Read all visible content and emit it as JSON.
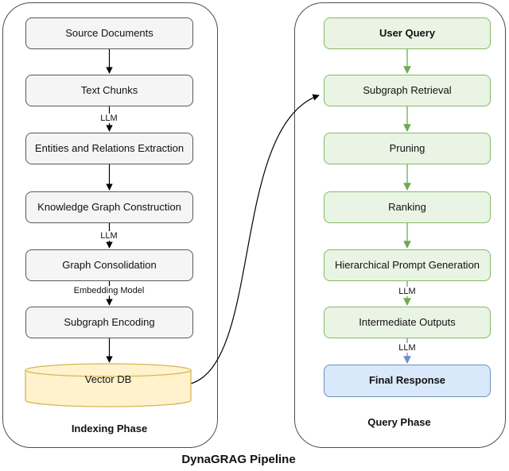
{
  "title": "DynaGRAG Pipeline",
  "indexing": {
    "phase_label": "Indexing Phase",
    "steps": [
      {
        "label": "Source Documents"
      },
      {
        "label": "Text Chunks"
      },
      {
        "label": "Entities and Relations Extraction"
      },
      {
        "label": "Knowledge Graph Construction"
      },
      {
        "label": "Graph Consolidation"
      },
      {
        "label": "Subgraph Encoding"
      }
    ],
    "store": {
      "label": "Vector DB"
    },
    "edge_labels": {
      "chunks_to_entities": "LLM",
      "kg_construction_to_consolidation": "LLM",
      "consolidation_to_encoding": "Embedding Model"
    }
  },
  "query": {
    "phase_label": "Query Phase",
    "steps": [
      {
        "label": "User Query"
      },
      {
        "label": "Subgraph Retrieval"
      },
      {
        "label": "Pruning"
      },
      {
        "label": "Ranking"
      },
      {
        "label": "Hierarchical Prompt Generation"
      },
      {
        "label": "Intermediate Outputs"
      },
      {
        "label": "Final Response"
      }
    ],
    "edge_labels": {
      "prompt_to_intermediate": "LLM",
      "intermediate_to_final": "LLM"
    }
  },
  "colors": {
    "gray_node_fill": "#f5f5f5",
    "gray_node_border": "#595959",
    "green_node_fill": "#eaf4e4",
    "green_node_border": "#84b965",
    "blue_node_fill": "#dae8fc",
    "blue_node_border": "#6c8ebf",
    "cylinder_fill": "#fff2cc",
    "cylinder_border": "#d6b656",
    "black_arrow": "#000000",
    "green_arrow": "#6cab51",
    "blue_arrow": "#6d8fc9"
  }
}
